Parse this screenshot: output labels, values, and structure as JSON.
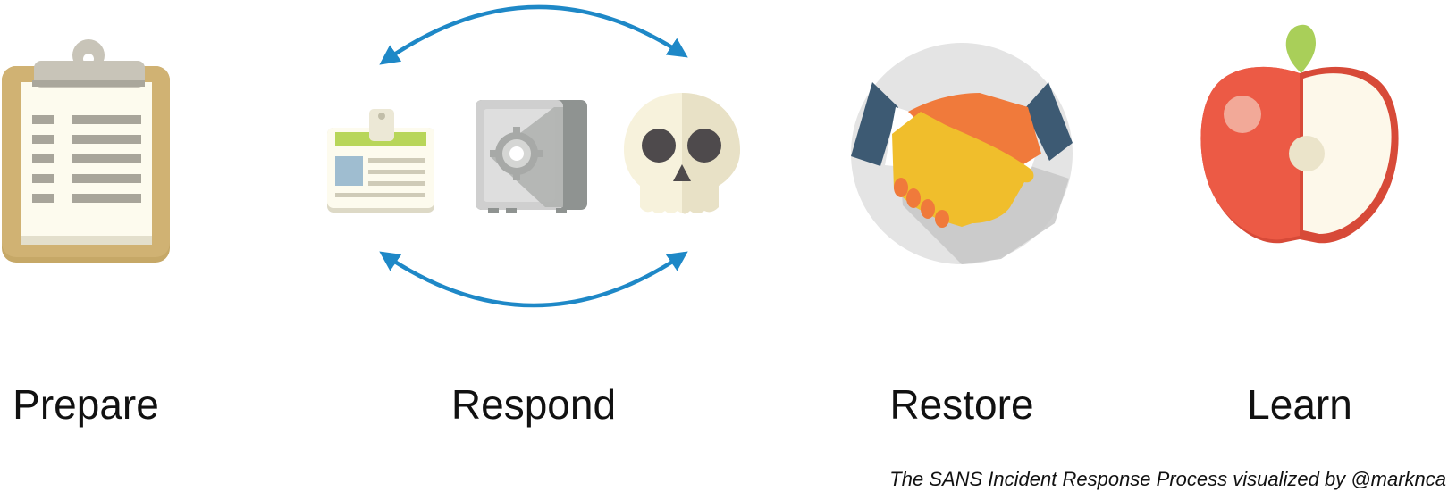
{
  "phases": [
    {
      "label": "Prepare",
      "icon": "clipboard-icon"
    },
    {
      "label": "Respond",
      "icons": [
        "id-badge-icon",
        "safe-icon",
        "skull-icon"
      ]
    },
    {
      "label": "Restore",
      "icon": "handshake-icon"
    },
    {
      "label": "Learn",
      "icon": "apple-icon"
    }
  ],
  "caption": "The SANS Incident Response Process visualized by @marknca",
  "colors": {
    "arrow": "#1e88c7",
    "clipboard": "#c6a867",
    "badge_stripe": "#b8d65a",
    "safe": "#c9c9c9",
    "skull": "#f7f2dc",
    "handshake_circle": "#e4e4e4",
    "sleeve": "#3d5a73",
    "hand_orange": "#f07a3b",
    "hand_yellow": "#f0be2c",
    "apple_red": "#ec5a45",
    "apple_flesh": "#fdf8ea",
    "leaf": "#a9cf59"
  }
}
